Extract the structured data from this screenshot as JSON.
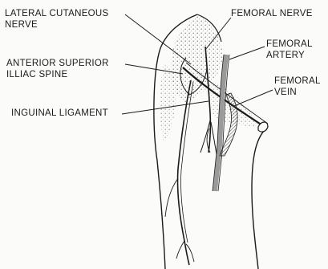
{
  "labels": {
    "lateral_cutaneous_nerve": [
      "LATERAL CUTANEOUS",
      "NERVE"
    ],
    "anterior_superior_iliac_spine": [
      "ANTERIOR SUPERIOR",
      "ILLIAC SPINE"
    ],
    "inguinal_ligament": [
      "INGUINAL LIGAMENT"
    ],
    "femoral_nerve": [
      "FEMORAL NERVE"
    ],
    "femoral_artery": [
      "FEMORAL",
      "ARTERY"
    ],
    "femoral_vein": [
      "FEMORAL",
      "VEIN"
    ]
  },
  "colors": {
    "ink": "#1a1a1a",
    "paper": "#fbfbf9",
    "stipple": "#6a6a6a"
  }
}
